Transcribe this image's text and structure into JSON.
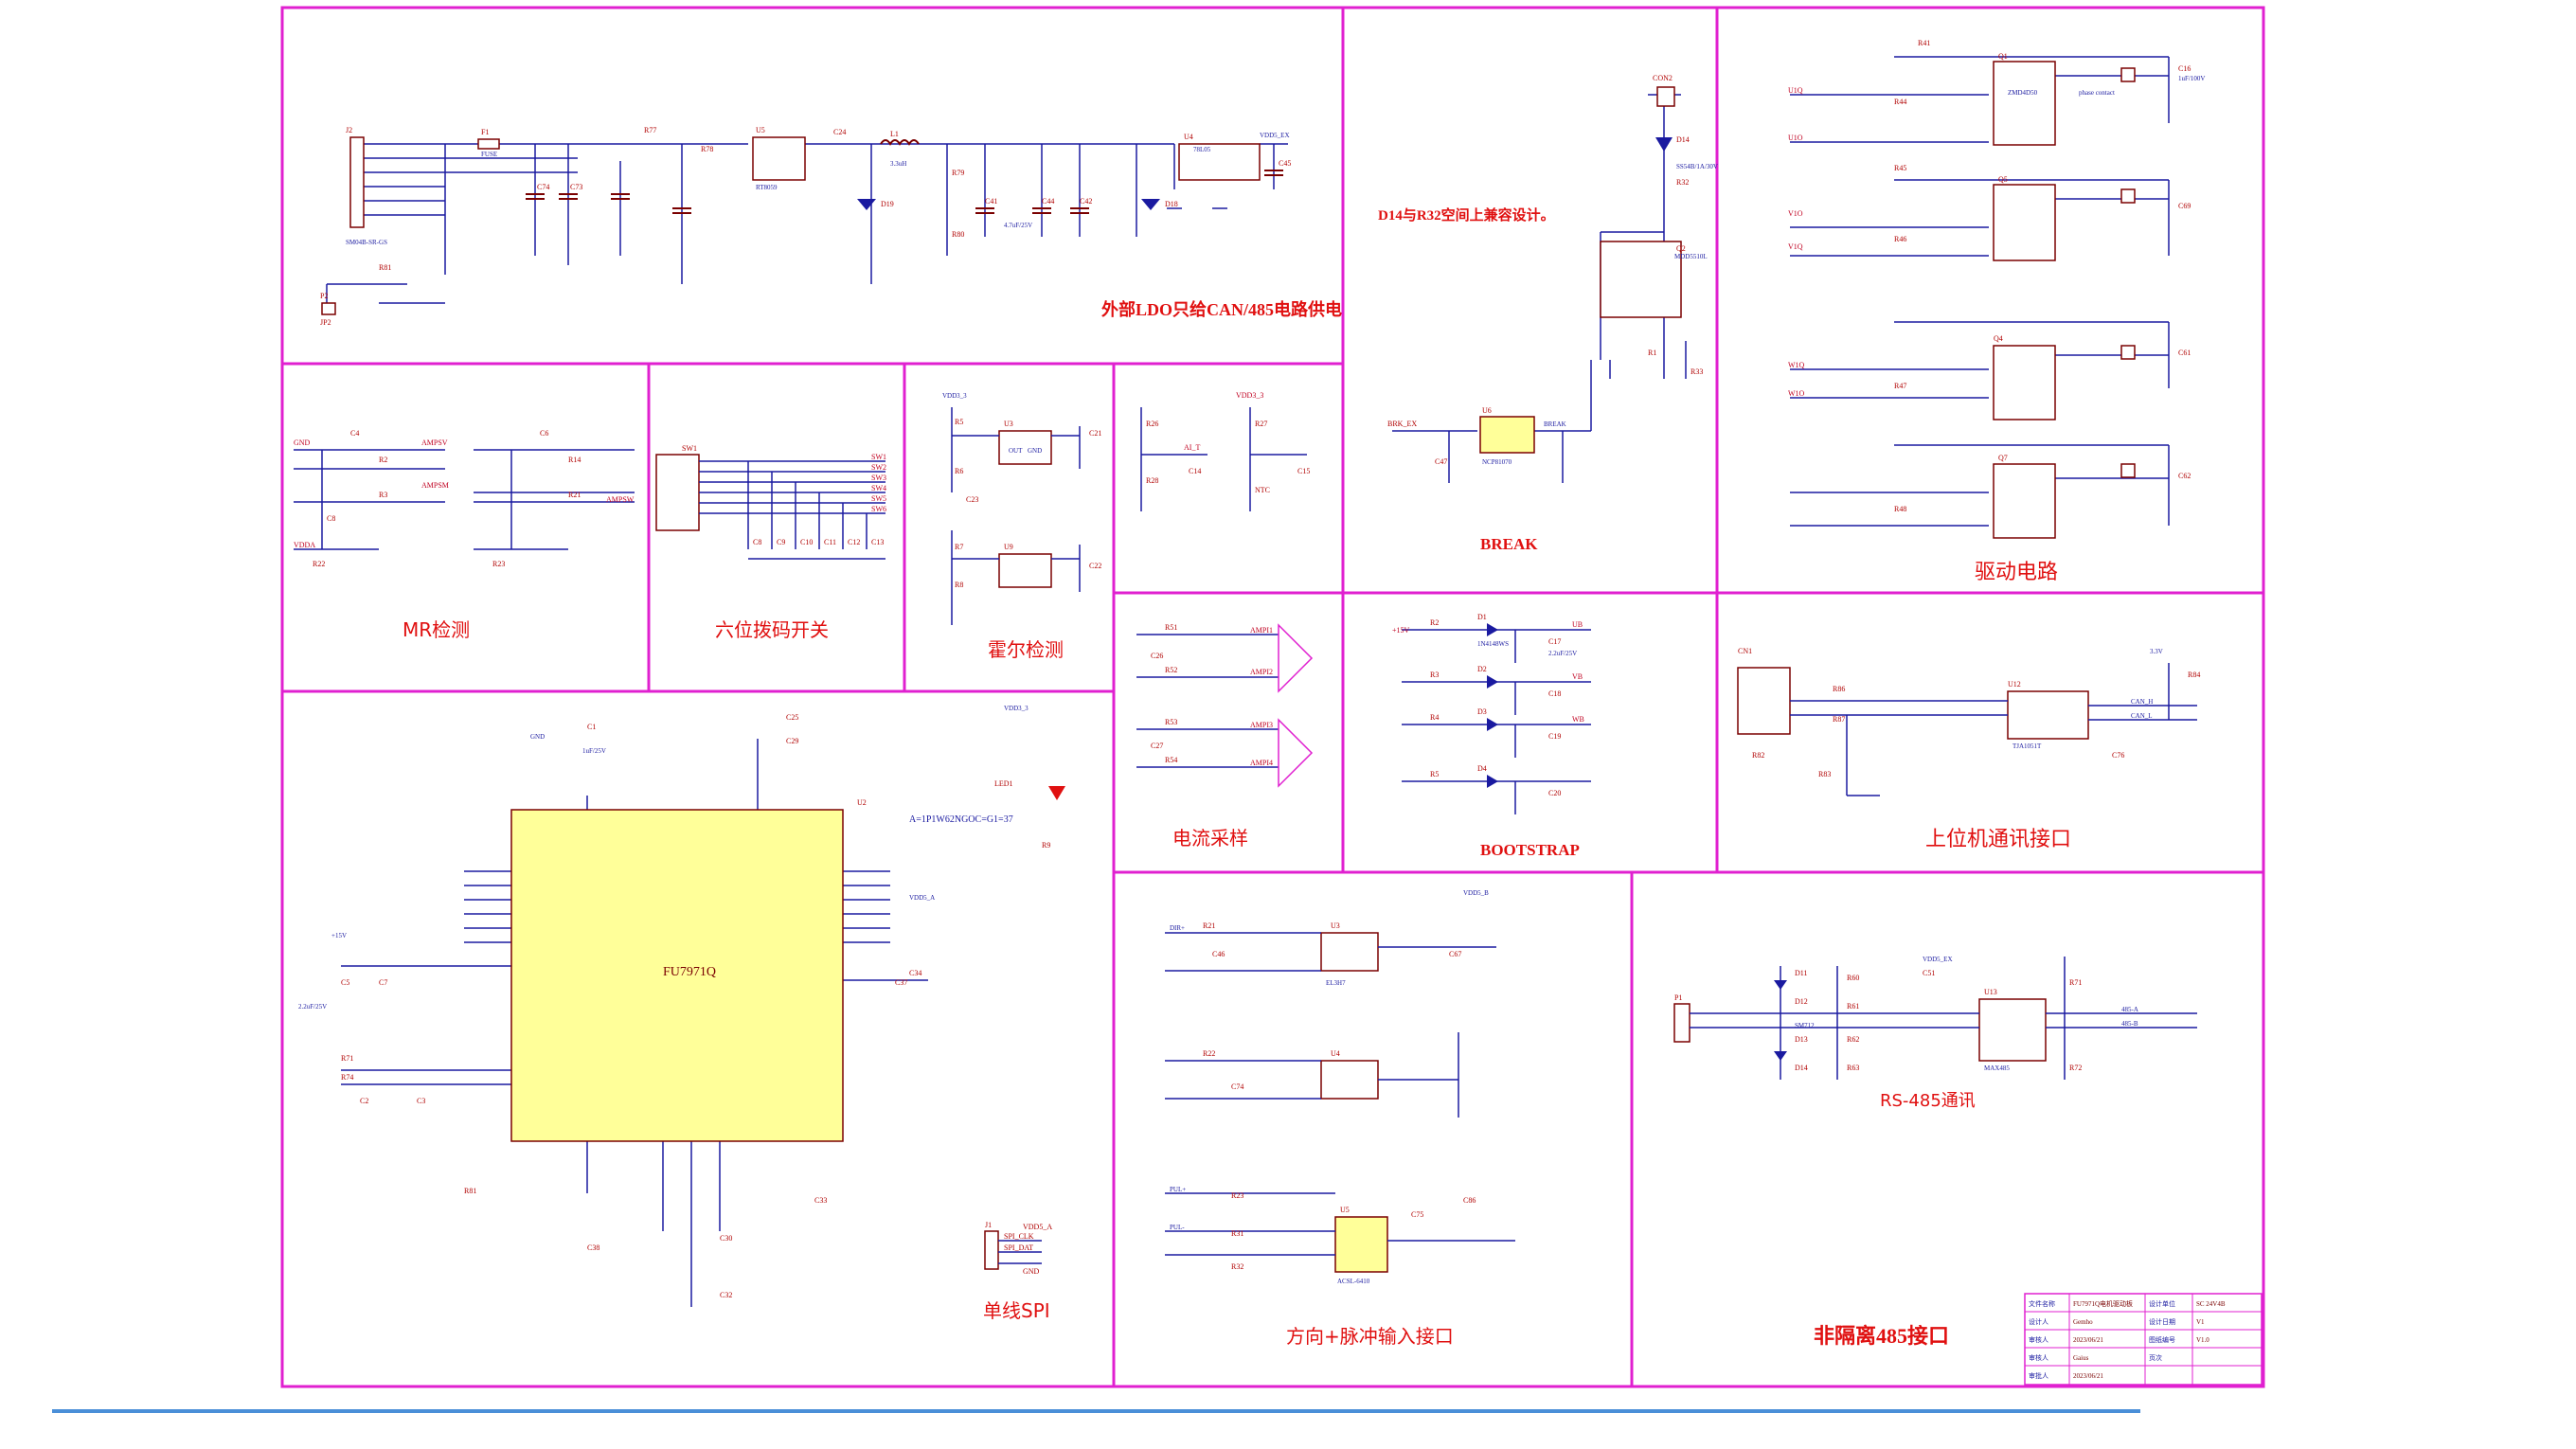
{
  "colors": {
    "frame": "#e020d0",
    "wire": "#1a1aa0",
    "part": "#7a0000",
    "chip_fill": "#ffff99",
    "ref_text": "#b00000",
    "net_label": "#c00020",
    "footer_rule": "#4a8fd8",
    "red_text": "#e01010"
  },
  "sections": {
    "power": {
      "title": "外部LDO只给CAN/485电路供电",
      "labels": [
        "J2",
        "F1",
        "C74",
        "C73",
        "U5",
        "C24",
        "L1",
        "D19",
        "C41",
        "C44",
        "C42",
        "D18",
        "U4",
        "C45",
        "R77",
        "R78",
        "R79",
        "R80",
        "R81",
        "P2",
        "JP2"
      ],
      "parts": [
        "SM04B-SR-GS",
        "FUSE",
        "RT8059",
        "78L05",
        "VDD5_EX",
        "4.7uF/25V",
        "3.3uH"
      ]
    },
    "break": {
      "title": "BREAK",
      "note": "D14与R32空间上兼容设计。",
      "labels": [
        "CON2",
        "D14",
        "R32",
        "Q2",
        "R1",
        "U6",
        "C47",
        "R33",
        "BRK_EX"
      ],
      "parts": [
        "MDD5510L",
        "SS54B/1A/30V",
        "NCP81070",
        "BREAK"
      ]
    },
    "driver": {
      "title": "驱动电路",
      "labels": [
        "Q1",
        "Q5",
        "Q4",
        "Q7",
        "R41",
        "R44",
        "R45",
        "R46",
        "R47",
        "R48",
        "C16",
        "C69",
        "C61",
        "C62"
      ],
      "net": [
        "U1Q",
        "U1O",
        "V1O",
        "V1Q",
        "W1Q",
        "W1O"
      ],
      "parts": [
        "ZMD4D50",
        "phase contact",
        "1uF/100V"
      ]
    },
    "mr": {
      "title": "MR检测",
      "labels": [
        "C4",
        "C6",
        "C8",
        "R2",
        "R3",
        "R14",
        "R21",
        "R22",
        "R23"
      ],
      "net": [
        "AMPSV",
        "AMPSM",
        "AMPSW",
        "GND",
        "VDDA"
      ]
    },
    "dip": {
      "title": "六位拨码开关",
      "labels": [
        "SW1",
        "C8",
        "C9",
        "C10",
        "C11",
        "C12",
        "C13"
      ],
      "net": [
        "SW1",
        "SW2",
        "SW3",
        "SW4",
        "SW5",
        "SW6"
      ]
    },
    "hall": {
      "title": "霍尔检测",
      "labels": [
        "U3",
        "U9",
        "R5",
        "R6",
        "R7",
        "R8",
        "C21",
        "C22",
        "C23"
      ],
      "parts": [
        "VDD3_3",
        "OUT",
        "GND"
      ]
    },
    "temp": {
      "labels": [
        "R26",
        "R27",
        "R28",
        "C14",
        "C15",
        "NTC"
      ],
      "net": [
        "VDD3_3",
        "AI_T"
      ]
    },
    "current": {
      "title": "电流采样",
      "labels": [
        "R51",
        "R52",
        "R53",
        "R54",
        "C26",
        "C27"
      ],
      "net": [
        "AMPI1",
        "AMPI2",
        "AMPI3",
        "AMPI4"
      ]
    },
    "bootstrap": {
      "title": "BOOTSTRAP",
      "labels": [
        "R2",
        "R3",
        "R4",
        "R5",
        "D1",
        "D2",
        "D3",
        "D4",
        "C17",
        "C18",
        "C19",
        "C20"
      ],
      "parts": [
        "1N4148WS",
        "2.2uF/25V"
      ],
      "net": [
        "+15V",
        "UB",
        "VB",
        "WB"
      ]
    },
    "mcu": {
      "chip": "FU7971Q",
      "formula": "A=1P1W62NGOC=G1=37",
      "labels": [
        "U2",
        "LED1",
        "R9",
        "R71",
        "R74",
        "R81",
        "C1",
        "C2",
        "C3",
        "C5",
        "C7",
        "C25",
        "C29",
        "C30",
        "C32",
        "C33",
        "C34",
        "C37",
        "C38"
      ],
      "parts": [
        "VDD3_3",
        "VDD5_A",
        "+15V",
        "GND",
        "2.2uF/25V",
        "1uF/25V"
      ]
    },
    "onewire": {
      "title": "单线SPI",
      "labels": [
        "J1",
        "SPI_CLK",
        "SPI_DAT",
        "VDD5_A",
        "GND"
      ]
    },
    "pc": {
      "title": "上位机通讯接口",
      "labels": [
        "CN1",
        "R86",
        "R87",
        "R82",
        "R83",
        "U12",
        "C76",
        "R84"
      ],
      "parts": [
        "TJA1051T",
        "3.3V",
        "CAN_H",
        "CAN_L"
      ]
    },
    "dir": {
      "title": "方向+脉冲输入接口",
      "labels": [
        "R21",
        "R22",
        "R23",
        "R31",
        "R32",
        "U3",
        "U4",
        "U5",
        "C46",
        "C67",
        "C74",
        "C75",
        "C86"
      ],
      "parts": [
        "EL3H7",
        "ACSL-6410",
        "VDD5_B",
        "DIR+",
        "PUL+",
        "PUL-"
      ]
    },
    "rs485": {
      "title": "非隔离485接口",
      "subtitle": "RS-485通讯",
      "labels": [
        "P1",
        "D11",
        "D12",
        "D13",
        "D14",
        "R60",
        "R61",
        "R62",
        "R63",
        "U13",
        "C51",
        "R71",
        "R72"
      ],
      "parts": [
        "SM712",
        "MAX485",
        "VDD5_EX",
        "485-A",
        "485-B"
      ]
    }
  },
  "title_block": {
    "rows": [
      [
        "文件名称",
        "FU7971Q电机驱动板",
        "设计单位",
        "SC 24V4B"
      ],
      [
        "设计人",
        "Gemho",
        "设计日期",
        "V1"
      ],
      [
        "审核人",
        "2023/06/21",
        "图纸编号",
        "V1.0"
      ],
      [
        "审核人",
        "Gaius",
        "页次",
        ""
      ],
      [
        "审批人",
        "2023/06/21",
        "",
        ""
      ]
    ]
  }
}
